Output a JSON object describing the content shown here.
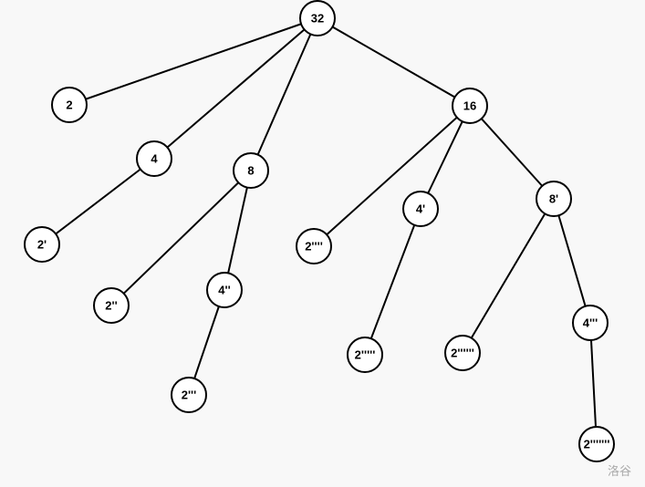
{
  "nodes": [
    {
      "id": "n32",
      "label": "32"
    },
    {
      "id": "n2a",
      "label": "2",
      "parent": "n32"
    },
    {
      "id": "n4a",
      "label": "4",
      "parent": "n32"
    },
    {
      "id": "n8a",
      "label": "8",
      "parent": "n32"
    },
    {
      "id": "n16",
      "label": "16",
      "parent": "n32"
    },
    {
      "id": "n2b",
      "label": "2'",
      "parent": "n4a"
    },
    {
      "id": "n2c",
      "label": "2''",
      "parent": "n8a"
    },
    {
      "id": "n4c",
      "label": "4''",
      "parent": "n8a"
    },
    {
      "id": "n2d",
      "label": "2'''",
      "parent": "n4c"
    },
    {
      "id": "n2e",
      "label": "2''''",
      "parent": "n16"
    },
    {
      "id": "n4b",
      "label": "4'",
      "parent": "n16"
    },
    {
      "id": "n8b",
      "label": "8'",
      "parent": "n16"
    },
    {
      "id": "n2f",
      "label": "2'''''",
      "parent": "n4b"
    },
    {
      "id": "n2g",
      "label": "2''''''",
      "parent": "n8b"
    },
    {
      "id": "n4d",
      "label": "4'''",
      "parent": "n8b"
    },
    {
      "id": "n2h",
      "label": "2'''''''",
      "parent": "n4d"
    }
  ],
  "watermark": "洛谷"
}
